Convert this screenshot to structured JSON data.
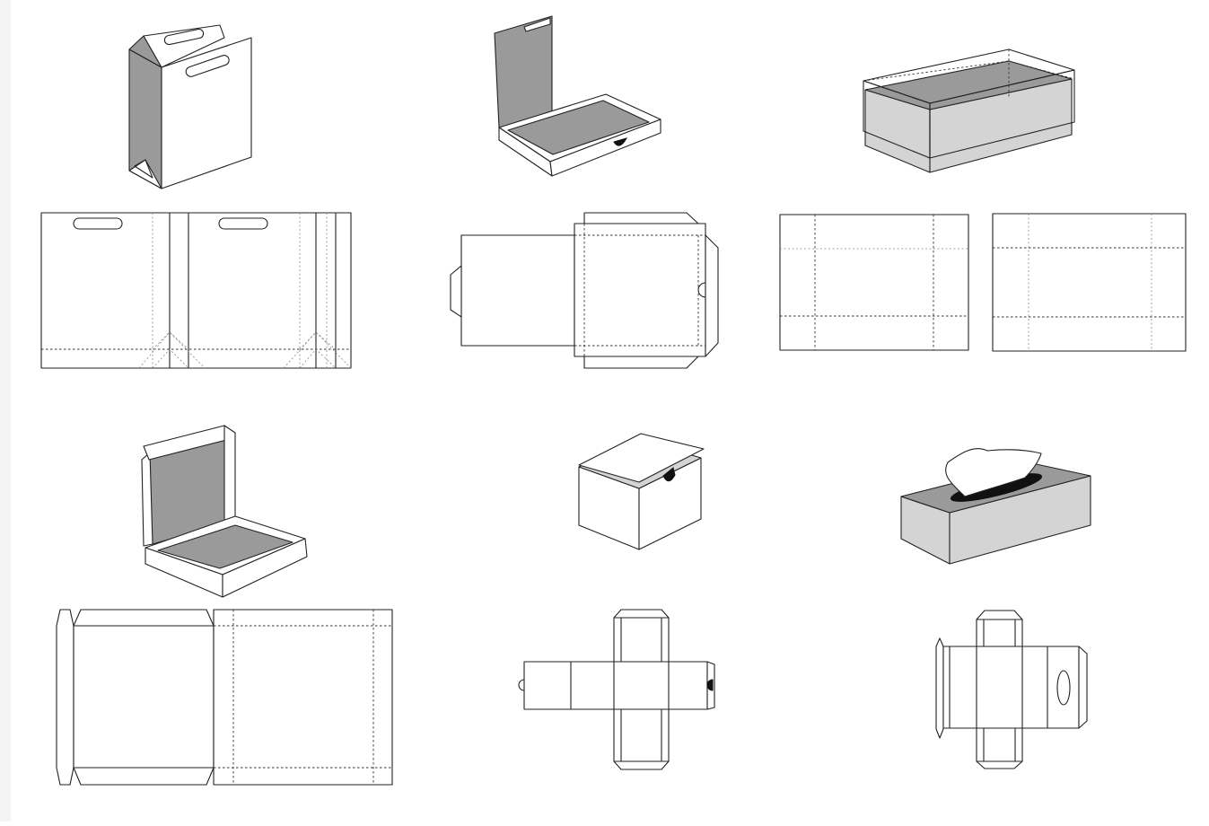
{
  "figure": {
    "background_color": "#ffffff",
    "line_color": "#222222",
    "panel_gray": "#9a9a9a",
    "light_gray": "#d4d4d4",
    "items": [
      {
        "id": "shopping-bag",
        "view": "3d-and-dieline"
      },
      {
        "id": "mailer-box",
        "view": "3d-and-dieline"
      },
      {
        "id": "lid-and-tray-box",
        "view": "3d-and-dieline"
      },
      {
        "id": "pizza-box",
        "view": "3d-and-dieline"
      },
      {
        "id": "cube-box",
        "view": "3d-and-dieline"
      },
      {
        "id": "tissue-box",
        "view": "3d-and-dieline"
      }
    ]
  }
}
